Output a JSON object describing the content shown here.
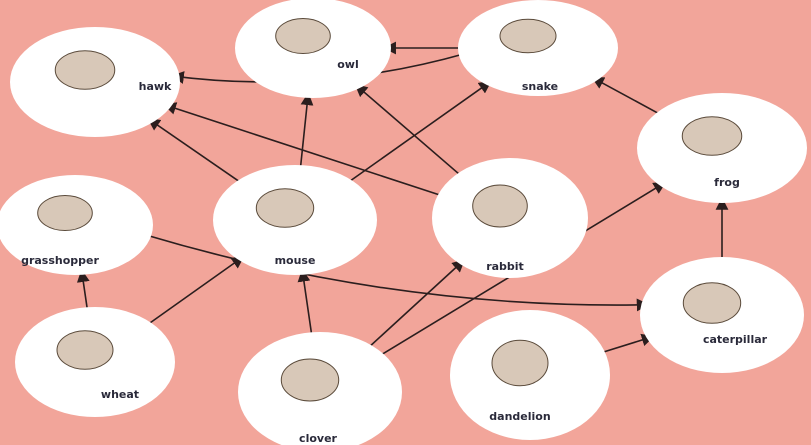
{
  "title": "Food web",
  "colors": {
    "background": "#f2a59a",
    "node": "#ffffff",
    "arrow": "#2b1e1e"
  },
  "organisms": [
    {
      "id": "hawk",
      "label": "hawk",
      "icon": "hawk-icon"
    },
    {
      "id": "owl",
      "label": "owl",
      "icon": "owl-icon"
    },
    {
      "id": "snake",
      "label": "snake",
      "icon": "snake-icon"
    },
    {
      "id": "frog",
      "label": "frog",
      "icon": "frog-icon"
    },
    {
      "id": "grasshopper",
      "label": "grasshopper",
      "icon": "grasshopper-icon"
    },
    {
      "id": "mouse",
      "label": "mouse",
      "icon": "mouse-icon"
    },
    {
      "id": "rabbit",
      "label": "rabbit",
      "icon": "rabbit-icon"
    },
    {
      "id": "caterpillar",
      "label": "caterpillar",
      "icon": "caterpillar-icon"
    },
    {
      "id": "wheat",
      "label": "wheat",
      "icon": "wheat-icon"
    },
    {
      "id": "clover",
      "label": "clover",
      "icon": "clover-icon"
    },
    {
      "id": "dandelion",
      "label": "dandelion",
      "icon": "dandelion-icon"
    }
  ],
  "edges": [
    [
      "wheat",
      "grasshopper"
    ],
    [
      "wheat",
      "mouse"
    ],
    [
      "clover",
      "mouse"
    ],
    [
      "clover",
      "rabbit"
    ],
    [
      "clover",
      "frog"
    ],
    [
      "dandelion",
      "caterpillar"
    ],
    [
      "caterpillar",
      "frog"
    ],
    [
      "grasshopper",
      "caterpillar"
    ],
    [
      "frog",
      "snake"
    ],
    [
      "snake",
      "owl"
    ],
    [
      "mouse",
      "owl"
    ],
    [
      "mouse",
      "hawk"
    ],
    [
      "mouse",
      "snake"
    ],
    [
      "rabbit",
      "owl"
    ],
    [
      "rabbit",
      "hawk"
    ],
    [
      "snake",
      "hawk"
    ]
  ]
}
